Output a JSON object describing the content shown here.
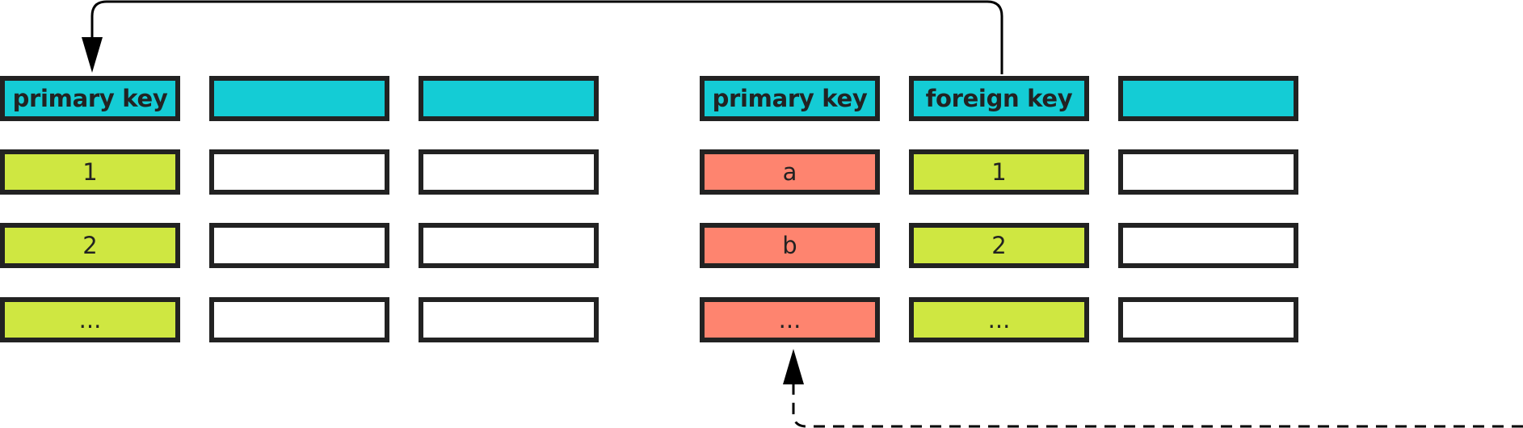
{
  "colors": {
    "header": "#14CCD5",
    "key": "#CFE741",
    "row_key": "#FE846F",
    "empty": "#FFFFFF",
    "border": "#222222",
    "connector": "#000000"
  },
  "tables": [
    {
      "name": "left-table",
      "columns": [
        {
          "header": "primary key",
          "header_fill": "header",
          "cells": [
            {
              "text": "1",
              "fill": "key"
            },
            {
              "text": "2",
              "fill": "key"
            },
            {
              "text": "...",
              "fill": "key"
            }
          ]
        },
        {
          "header": "",
          "header_fill": "header",
          "cells": [
            {
              "text": "",
              "fill": "empty"
            },
            {
              "text": "",
              "fill": "empty"
            },
            {
              "text": "",
              "fill": "empty"
            }
          ]
        },
        {
          "header": "",
          "header_fill": "header",
          "cells": [
            {
              "text": "",
              "fill": "empty"
            },
            {
              "text": "",
              "fill": "empty"
            },
            {
              "text": "",
              "fill": "empty"
            }
          ]
        }
      ]
    },
    {
      "name": "right-table",
      "columns": [
        {
          "header": "primary key",
          "header_fill": "header",
          "cells": [
            {
              "text": "a",
              "fill": "row_key"
            },
            {
              "text": "b",
              "fill": "row_key"
            },
            {
              "text": "...",
              "fill": "row_key"
            }
          ]
        },
        {
          "header": "foreign key",
          "header_fill": "header",
          "cells": [
            {
              "text": "1",
              "fill": "key"
            },
            {
              "text": "2",
              "fill": "key"
            },
            {
              "text": "...",
              "fill": "key"
            }
          ]
        },
        {
          "header": "",
          "header_fill": "header",
          "cells": [
            {
              "text": "",
              "fill": "empty"
            },
            {
              "text": "",
              "fill": "empty"
            },
            {
              "text": "",
              "fill": "empty"
            }
          ]
        }
      ]
    }
  ],
  "connectors": [
    {
      "name": "foreign-key-reference-arrow",
      "style": "solid",
      "from": "right-table foreign key",
      "to": "left-table primary key"
    },
    {
      "name": "incoming-reference-arrow",
      "style": "dashed",
      "from": "off-canvas right",
      "to": "right-table primary key ..."
    }
  ]
}
